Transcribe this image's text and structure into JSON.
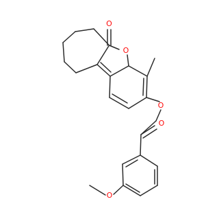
{
  "structure": {
    "bond_color": "#2b2b2b",
    "atoms": [
      {
        "id": "o_carbonyl_top",
        "text": "O",
        "color": "#ff0d0d"
      },
      {
        "id": "o_ring",
        "text": "O",
        "color": "#ff0d0d"
      },
      {
        "id": "o_ether",
        "text": "O",
        "color": "#ff0d0d"
      },
      {
        "id": "o_ketone",
        "text": "O",
        "color": "#ff0d0d"
      },
      {
        "id": "o_methoxy",
        "text": "O",
        "color": "#ff0d0d"
      }
    ]
  }
}
